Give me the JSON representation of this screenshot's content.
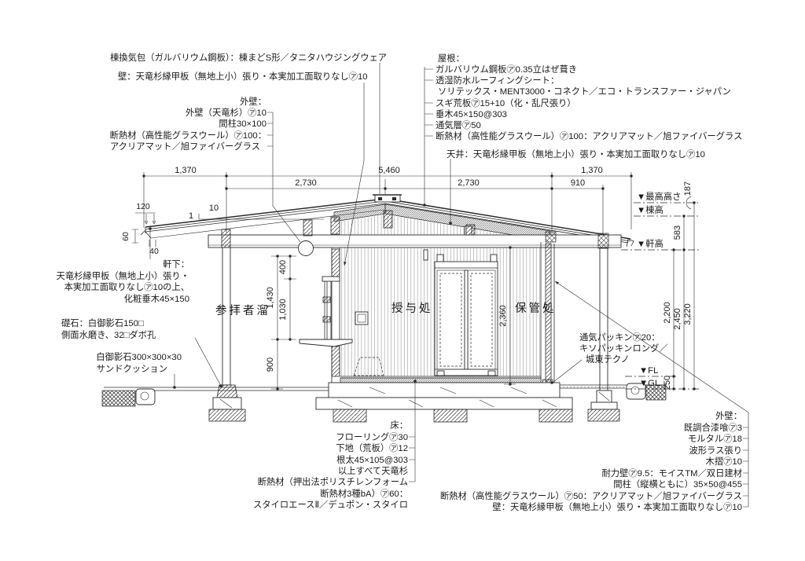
{
  "colors": {
    "line": "#2b2b2b",
    "text": "#1a1a1a",
    "background": "#ffffff"
  },
  "notes": {
    "tl_ridge_vent": "棟換気包（ガルバリウム鋼板）：棟まどS形／タニタハウジングウェア",
    "tl_wall": "壁：天竜杉縁甲板（無地上小）張り・本実加工面取りなし㋐10",
    "tl_gable": [
      "外壁：",
      "外壁（天竜杉）㋐10",
      "間柱30×100",
      "断熱材（高性能グラスウール）㋐100：",
      "アクリアマット／旭ファイバーグラス"
    ],
    "roof": [
      "屋根：",
      "ガルバリウム鋼板㋐0.35立はぜ葺き",
      "透湿防水ルーフィングシート：",
      "ソリテックス・MENT3000・コネクト／エコ・トランスファー・ジャパン",
      "スギ荒板㋐15+10（化・乱尺張り）",
      "垂木45×150@303",
      "通気層㋐50",
      "断熱材（高性能グラスウール）㋐100：アクリアマット／旭ファイバーグラス"
    ],
    "ceiling": "天井：天竜杉縁甲板（無地上小）張り・本実加工面取りなし㋐10",
    "eaves": [
      "軒下：",
      "天竜杉縁甲板（無地上小）張り・",
      "本実加工面取りなし㋐10の上、",
      "化粧垂木45×150"
    ],
    "base_stone": [
      "礎石：白御影石150□",
      "側面水磨き、32□ダボ孔"
    ],
    "paving": [
      "白御影石300×300×30",
      "サンドクッション"
    ],
    "floor": [
      "床：",
      "フローリング㋐30",
      "下地（荒板）㋐12",
      "根太45×105@303",
      "以上すべて天竜杉",
      "断熱材（押出法ポリスチレンフォーム",
      "断熱材3種bA）㋐60：",
      "スタイロエースⅡ／デュポン・スタイロ"
    ],
    "ext_wall": [
      "外壁：",
      "既調合漆喰㋐3",
      "モルタル㋐18",
      "波形ラス張り",
      "木摺㋐10",
      "耐力壁㋐9.5：モイスTM／双日建材",
      "間柱（縦横ともに）35×50@455",
      "断熱材（高性能グラスウール）㋐50：アクリアマット／旭ファイバーグラス",
      "壁：天竜杉縁甲板（無地上小）張り・本実加工面取りなし㋐10"
    ],
    "packing": [
      "通気パッキン㋐20：",
      "キソパッキンロング／",
      "城東テクノ"
    ]
  },
  "rooms": {
    "porch": "参拝者溜",
    "juyo": "授与処",
    "hokan": "保管処"
  },
  "levels": {
    "max": "▼最高高さ",
    "ridge": "▼棟高",
    "eave": "▼軒高",
    "fl": "▼FL",
    "gl": "▼GL"
  },
  "dims": {
    "h1_left": "1,370",
    "h1_mid": "5,460",
    "h1_right": "1,370",
    "h2_left": "2,730",
    "h2_mid": "2,730",
    "h2_right": "910",
    "v_187": "187",
    "v_583": "583",
    "v_2200": "2,200",
    "v_2450": "2,450",
    "v_3220": "3,220",
    "v_250": "250",
    "p_400": "400",
    "p_1430": "1,430",
    "p_1030": "1,030",
    "p_900": "900",
    "i_2360": "2,360",
    "e_120": "120",
    "e_60": "60",
    "e_40": "40",
    "slope_run": "10",
    "slope_rise": "1"
  }
}
